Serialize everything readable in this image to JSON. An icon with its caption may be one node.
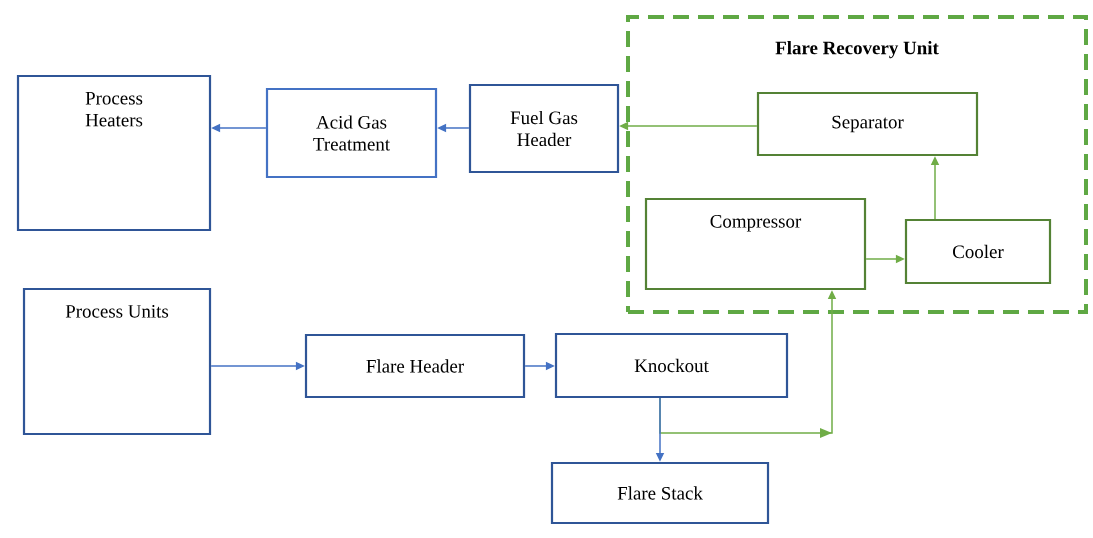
{
  "diagram": {
    "nodes": [
      {
        "text": [
          "Flare Recovery Unit"
        ]
      },
      {
        "text": [
          "Process Heaters"
        ]
      },
      {
        "text": [
          "Acid Gas Treatment"
        ]
      },
      {
        "text": [
          "Fuel Gas Header"
        ]
      },
      {
        "text": [
          "Separator"
        ],
        "in": 0
      },
      {
        "text": [
          "Compressor"
        ],
        "in": 0
      },
      {
        "text": [
          "Cooler"
        ],
        "in": 0
      },
      {
        "text": [
          "Process Units"
        ]
      },
      {
        "text": [
          "Flare Header"
        ]
      },
      {
        "text": [
          "Knockout"
        ]
      },
      {
        "text": [
          "Flare Stack"
        ]
      }
    ],
    "edges": [
      {
        "from": 2,
        "to": 1,
        "arrow": "to"
      },
      {
        "from": 3,
        "to": 2,
        "arrow": "to"
      },
      {
        "from": 4,
        "to": 3,
        "arrow": "to",
        "color": "#70ad47"
      },
      {
        "from": 5,
        "to": 6,
        "arrow": "to",
        "color": "#70ad47"
      },
      {
        "from": 6,
        "to": 4,
        "arrow": "to",
        "color": "#70ad47"
      },
      {
        "from": 7,
        "to": 8,
        "arrow": "to"
      },
      {
        "from": 8,
        "to": 9,
        "arrow": "to"
      },
      {
        "from": 9,
        "to": 10,
        "arrow": "to"
      },
      {
        "from": 9,
        "to": 5,
        "arrow": "to",
        "color": "#70ad47"
      }
    ]
  }
}
